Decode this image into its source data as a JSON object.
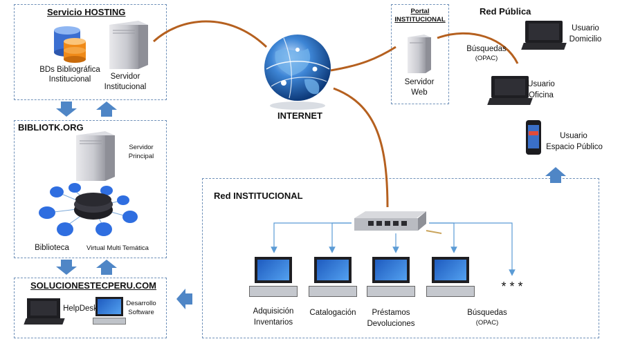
{
  "colors": {
    "link": "#b5601f",
    "arrow": "#4f86c6",
    "box_border": "#6d8fb8",
    "tree": "#5b9bd5"
  },
  "hosting": {
    "title": "Servicio  HOSTING",
    "db_label_1": "BDs Bibliográfica",
    "db_label_2": "Institucional",
    "server_label_1": "Servidor",
    "server_label_2": "Institucional"
  },
  "bibliotk": {
    "title": "BIBLIOTK.ORG",
    "server_label_1": "Servidor",
    "server_label_2": "Principal",
    "biblioteca_1": "Biblioteca",
    "biblioteca_2": "Virtual Multi Temática"
  },
  "soluciones": {
    "title": "SOLUCIONESTECPERU.COM",
    "helpdesk": "HelpDesk",
    "dev_1": "Desarrollo",
    "dev_2": "Software"
  },
  "internet": {
    "label": "INTERNET"
  },
  "portal": {
    "title_1": "Portal",
    "title_2": "INSTITUCIONAL",
    "server_1": "Servidor",
    "server_2": "Web"
  },
  "red_publica": {
    "title": "Red Pública",
    "busquedas": "Búsquedas",
    "opac": "(OPAC)",
    "domicilio_1": "Usuario",
    "domicilio_2": "Domicilio",
    "oficina_1": "Usuario",
    "oficina_2": "Oficina",
    "espacio_1": "Usuario",
    "espacio_2": "Espacio Público"
  },
  "red_institucional": {
    "title": "Red INSTITUCIONAL",
    "adquisicion_1": "Adquisición",
    "adquisicion_2": "Inventarios",
    "catalogacion": "Catalogación",
    "prestamos_1": "Préstamos",
    "prestamos_2": "Devoluciones",
    "busquedas": "Búsquedas",
    "opac": "(OPAC)",
    "more": "* * *"
  }
}
